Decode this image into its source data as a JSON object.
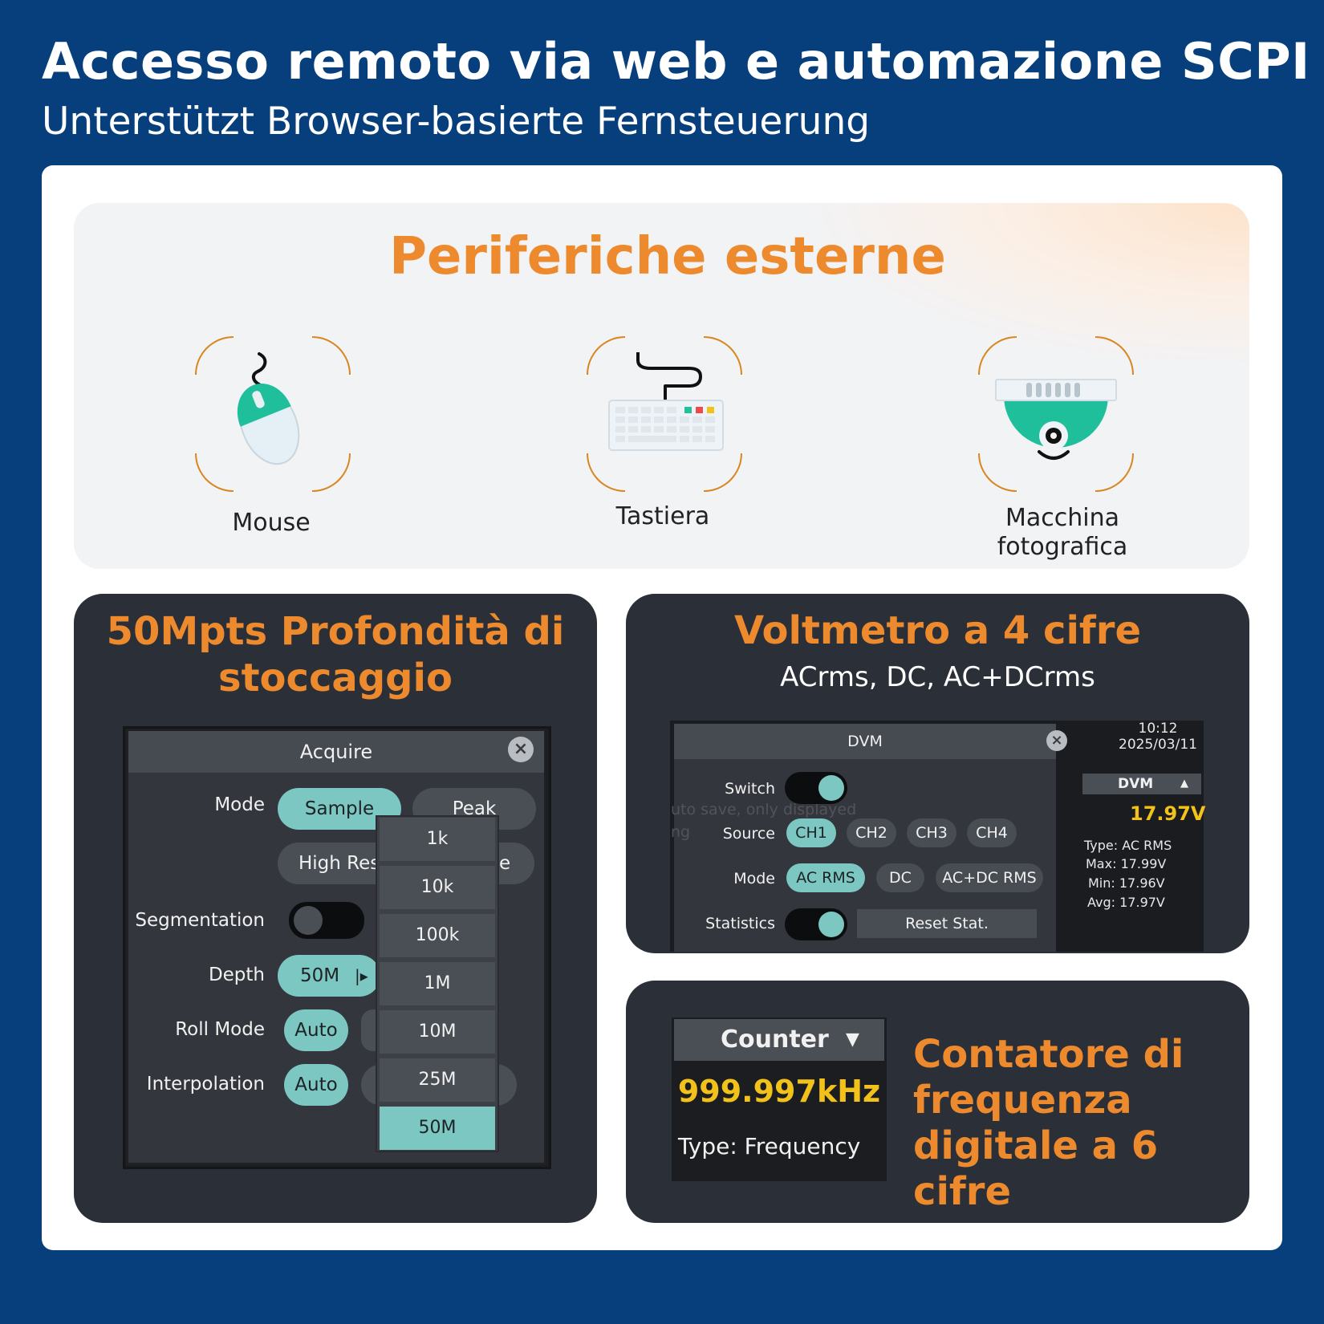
{
  "header": {
    "title": "Accesso remoto via web e automazione SCPI",
    "subtitle": "Unterstützt Browser-basierte Fernsteuerung"
  },
  "peripherals": {
    "title": "Periferiche esterne",
    "items": [
      {
        "label": "Mouse",
        "icon": "mouse-icon"
      },
      {
        "label": "Tastiera",
        "icon": "keyboard-icon"
      },
      {
        "label_line1": "Macchina",
        "label_line2": "fotografica",
        "icon": "camera-icon"
      }
    ]
  },
  "memory": {
    "title_line1": "50Mpts Profondità di",
    "title_line2": "stoccaggio",
    "dialog": {
      "title": "Acquire",
      "mode_label": "Mode",
      "mode_sample": "Sample",
      "mode_peak": "Peak",
      "mode_highres": "High Res",
      "mode_envelope_tail": "e",
      "segmentation_label": "Segmentation",
      "depth_label": "Depth",
      "depth_value": "50M",
      "roll_label": "Roll Mode",
      "roll_value": "Auto",
      "interp_label": "Interpolation",
      "interp_value": "Auto",
      "depth_options": [
        "1k",
        "10k",
        "100k",
        "1M",
        "10M",
        "25M",
        "50M"
      ],
      "depth_selected": "50M"
    }
  },
  "dvm": {
    "title": "Voltmetro a 4 cifre",
    "subtitle": "ACrms, DC, AC+DCrms",
    "dialog": {
      "title": "DVM",
      "switch_label": "Switch",
      "source_label": "Source",
      "sources": [
        "CH1",
        "CH2",
        "CH3",
        "CH4"
      ],
      "mode_label": "Mode",
      "modes": [
        "AC RMS",
        "DC",
        "AC+DC RMS"
      ],
      "statistics_label": "Statistics",
      "reset_label": "Reset Stat.",
      "bg_text_1": "uto save, only displayed",
      "bg_text_2": "ng"
    },
    "side": {
      "time": "10:12",
      "date": "2025/03/11",
      "panel_title": "DVM",
      "reading": "17.97V",
      "type_label": "Type:",
      "type_value": "AC RMS",
      "max_label": "Max:",
      "max_value": "17.99V",
      "min_label": "Min:",
      "min_value": "17.96V",
      "avg_label": "Avg:",
      "avg_value": "17.97V"
    },
    "colors": {
      "reading": "#f2c21a",
      "accent": "#7cc7c1"
    }
  },
  "counter": {
    "head": "Counter",
    "reading": "999.997kHz",
    "type_label": "Type:",
    "type_value": "Frequency",
    "title_line1": "Contatore di",
    "title_line2": "frequenza",
    "title_line3": "digitale a 6 cifre"
  },
  "colors": {
    "background": "#063f7c",
    "orange": "#ee8a2e",
    "teal": "#7cc7c1",
    "dark_panel": "#2b2f37"
  }
}
